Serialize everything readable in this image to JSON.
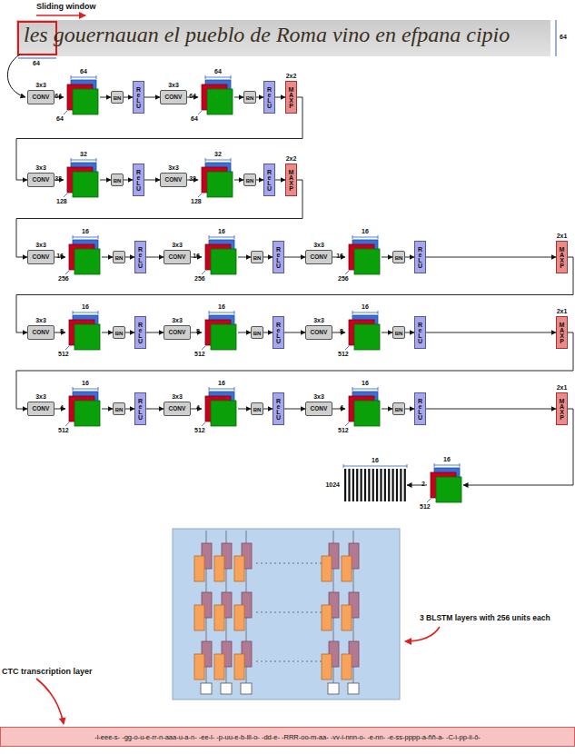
{
  "diagram": {
    "nodes": [
      {
        "text": [
          "3x3",
          "CONV"
        ]
      },
      {
        "text": [
          "64",
          "64",
          "64"
        ]
      },
      {
        "text": [
          "BN"
        ]
      },
      {
        "text": [
          "ReLU"
        ]
      },
      {
        "text": [
          "3x3",
          "CONV"
        ]
      },
      {
        "text": [
          "64",
          "64",
          "64"
        ]
      },
      {
        "text": [
          "BN"
        ]
      },
      {
        "text": [
          "ReLU"
        ]
      },
      {
        "text": [
          "2x2",
          "MAXP"
        ]
      },
      {
        "text": [
          "3x3",
          "CONV"
        ]
      },
      {
        "text": [
          "32",
          "32",
          "128"
        ]
      },
      {
        "text": [
          "BN"
        ]
      },
      {
        "text": [
          "ReLU"
        ]
      },
      {
        "text": [
          "3x3",
          "CONV"
        ]
      },
      {
        "text": [
          "32",
          "32",
          "128"
        ]
      },
      {
        "text": [
          "BN"
        ]
      },
      {
        "text": [
          "ReLU"
        ]
      },
      {
        "text": [
          "2x2",
          "MAXP"
        ]
      },
      {
        "text": [
          "3x3",
          "CONV"
        ]
      },
      {
        "text": [
          "16",
          "16",
          "256"
        ]
      },
      {
        "text": [
          "BN"
        ]
      },
      {
        "text": [
          "ReLU"
        ]
      },
      {
        "text": [
          "3x3",
          "CONV"
        ]
      },
      {
        "text": [
          "16",
          "16",
          "256"
        ]
      },
      {
        "text": [
          "BN"
        ]
      },
      {
        "text": [
          "ReLU"
        ]
      },
      {
        "text": [
          "3x3",
          "CONV"
        ]
      },
      {
        "text": [
          "16",
          "16",
          "256"
        ]
      },
      {
        "text": [
          "BN"
        ]
      },
      {
        "text": [
          "ReLU"
        ]
      },
      {
        "text": [
          "2x1",
          "MAXP"
        ]
      },
      {
        "text": [
          "3x3",
          "CONV"
        ]
      },
      {
        "text": [
          "16",
          "8",
          "512"
        ]
      },
      {
        "text": [
          "BN"
        ]
      },
      {
        "text": [
          "ReLU"
        ]
      },
      {
        "text": [
          "3x3",
          "CONV"
        ]
      },
      {
        "text": [
          "16",
          "8",
          "512"
        ]
      },
      {
        "text": [
          "BN"
        ]
      },
      {
        "text": [
          "ReLU"
        ]
      },
      {
        "text": [
          "3x3",
          "CONV"
        ]
      },
      {
        "text": [
          "16",
          "8",
          "512"
        ]
      },
      {
        "text": [
          "BN"
        ]
      },
      {
        "text": [
          "ReLU"
        ]
      },
      {
        "text": [
          "2x1",
          "MAXP"
        ]
      },
      {
        "text": [
          "3x3",
          "CONV"
        ]
      },
      {
        "text": [
          "16",
          "4",
          "512"
        ]
      },
      {
        "text": [
          "BN"
        ]
      },
      {
        "text": [
          "ReLU"
        ]
      },
      {
        "text": [
          "3x3",
          "CONV"
        ]
      },
      {
        "text": [
          "16",
          "4",
          "512"
        ]
      },
      {
        "text": [
          "BN"
        ]
      },
      {
        "text": [
          "ReLU"
        ]
      },
      {
        "text": [
          "3x3",
          "CONV"
        ]
      },
      {
        "text": [
          "16",
          "4",
          "512"
        ]
      },
      {
        "text": [
          "BN"
        ]
      },
      {
        "text": [
          "ReLU"
        ]
      },
      {
        "text": [
          "2x1",
          "MAXP"
        ]
      },
      {
        "text": [
          "16",
          "2",
          "512"
        ]
      },
      {
        "text": [
          "16",
          "1024"
        ]
      },
      {
        "text": [
          "-l-eee-s- -gg-o-u-e-rr-n-aaa-u-a-n- -ee-l- -p-uu-e-b-lll-o- -dd-e- -RRR-oo-m-aa- -vv-i-nnn-o- -e-nn- -e-ss-pppp-a-ññ-a- -C-i-pp-ii-ō-"
        ]
      }
    ],
    "edges": [
      {
        "from": 0,
        "to": 1,
        "arrow": "to"
      },
      {
        "from": 1,
        "to": 2,
        "arrow": "to"
      },
      {
        "from": 2,
        "to": 3,
        "arrow": "to"
      },
      {
        "from": 3,
        "to": 4,
        "arrow": "to"
      },
      {
        "from": 4,
        "to": 5,
        "arrow": "to"
      },
      {
        "from": 5,
        "to": 6,
        "arrow": "to"
      },
      {
        "from": 6,
        "to": 7,
        "arrow": "to"
      },
      {
        "from": 7,
        "to": 8,
        "arrow": "to"
      },
      {
        "from": 8,
        "to": 9,
        "arrow": "to"
      },
      {
        "from": 9,
        "to": 10,
        "arrow": "to"
      },
      {
        "from": 10,
        "to": 11,
        "arrow": "to"
      },
      {
        "from": 11,
        "to": 12,
        "arrow": "to"
      },
      {
        "from": 12,
        "to": 13,
        "arrow": "to"
      },
      {
        "from": 13,
        "to": 14,
        "arrow": "to"
      },
      {
        "from": 14,
        "to": 15,
        "arrow": "to"
      },
      {
        "from": 15,
        "to": 16,
        "arrow": "to"
      },
      {
        "from": 16,
        "to": 17,
        "arrow": "to"
      },
      {
        "from": 17,
        "to": 18,
        "arrow": "to"
      },
      {
        "from": 18,
        "to": 19,
        "arrow": "to"
      },
      {
        "from": 19,
        "to": 20,
        "arrow": "to"
      },
      {
        "from": 20,
        "to": 21,
        "arrow": "to"
      },
      {
        "from": 21,
        "to": 22,
        "arrow": "to"
      },
      {
        "from": 22,
        "to": 23,
        "arrow": "to"
      },
      {
        "from": 23,
        "to": 24,
        "arrow": "to"
      },
      {
        "from": 24,
        "to": 25,
        "arrow": "to"
      },
      {
        "from": 25,
        "to": 26,
        "arrow": "to"
      },
      {
        "from": 26,
        "to": 27,
        "arrow": "to"
      },
      {
        "from": 27,
        "to": 28,
        "arrow": "to"
      },
      {
        "from": 28,
        "to": 29,
        "arrow": "to"
      },
      {
        "from": 29,
        "to": 30,
        "arrow": "to"
      },
      {
        "from": 30,
        "to": 31,
        "arrow": "to"
      },
      {
        "from": 31,
        "to": 32,
        "arrow": "to"
      },
      {
        "from": 32,
        "to": 33,
        "arrow": "to"
      },
      {
        "from": 33,
        "to": 34,
        "arrow": "to"
      },
      {
        "from": 34,
        "to": 35,
        "arrow": "to"
      },
      {
        "from": 35,
        "to": 36,
        "arrow": "to"
      },
      {
        "from": 36,
        "to": 37,
        "arrow": "to"
      },
      {
        "from": 37,
        "to": 38,
        "arrow": "to"
      },
      {
        "from": 38,
        "to": 39,
        "arrow": "to"
      },
      {
        "from": 39,
        "to": 40,
        "arrow": "to"
      },
      {
        "from": 40,
        "to": 41,
        "arrow": "to"
      },
      {
        "from": 41,
        "to": 42,
        "arrow": "to"
      },
      {
        "from": 42,
        "to": 43,
        "arrow": "to"
      },
      {
        "from": 43,
        "to": 44,
        "arrow": "to"
      },
      {
        "from": 44,
        "to": 45,
        "arrow": "to"
      },
      {
        "from": 45,
        "to": 46,
        "arrow": "to"
      },
      {
        "from": 46,
        "to": 47,
        "arrow": "to"
      },
      {
        "from": 47,
        "to": 48,
        "arrow": "to"
      },
      {
        "from": 48,
        "to": 49,
        "arrow": "to"
      },
      {
        "from": 49,
        "to": 50,
        "arrow": "to"
      },
      {
        "from": 50,
        "to": 51,
        "arrow": "to"
      },
      {
        "from": 51,
        "to": 52,
        "arrow": "to"
      },
      {
        "from": 52,
        "to": 53,
        "arrow": "to"
      },
      {
        "from": 53,
        "to": 54,
        "arrow": "to"
      },
      {
        "from": 54,
        "to": 55,
        "arrow": "to"
      },
      {
        "from": 55,
        "to": 56,
        "arrow": "to"
      },
      {
        "from": 56,
        "to": 57,
        "arrow": "to"
      },
      {
        "from": 57,
        "to": 58,
        "arrow": "to"
      }
    ],
    "labels": [
      "Sliding window",
      "les gouernauan el pueblo de Roma vino en efpana cipio",
      "64",
      "64",
      "3 BLSTM layers with 256 units each",
      "CTC transcription layer"
    ]
  }
}
